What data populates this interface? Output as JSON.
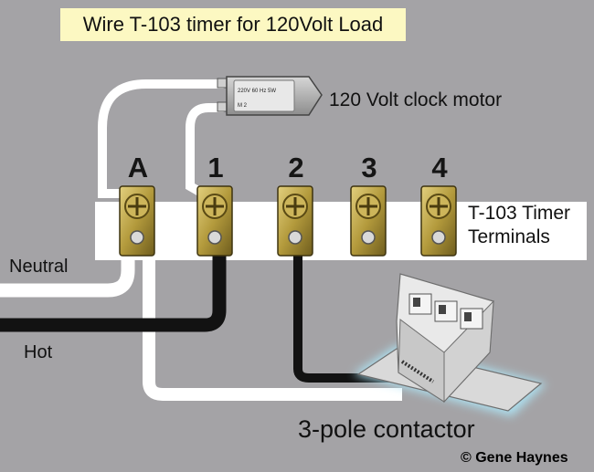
{
  "title": "Wire T-103 timer for 120Volt Load",
  "motor_label": "120 Volt clock motor",
  "motor_text": {
    "line1": "220V 60 Hz 5W",
    "line2": "M  2"
  },
  "terminals": [
    "A",
    "1",
    "2",
    "3",
    "4"
  ],
  "terminal_strip_label": {
    "line1": "T-103 Timer",
    "line2": "Terminals"
  },
  "wires": {
    "neutral": "Neutral",
    "hot": "Hot"
  },
  "contactor_label": "3-pole contactor",
  "copyright": "© Gene Haynes",
  "colors": {
    "background": "#a4a3a6",
    "title_box": "#fcf8c2",
    "white_wire": "#ffffff",
    "black_wire": "#121212",
    "terminal_brass": "#b39a3c",
    "contactor_glow": "#aee6f7"
  }
}
